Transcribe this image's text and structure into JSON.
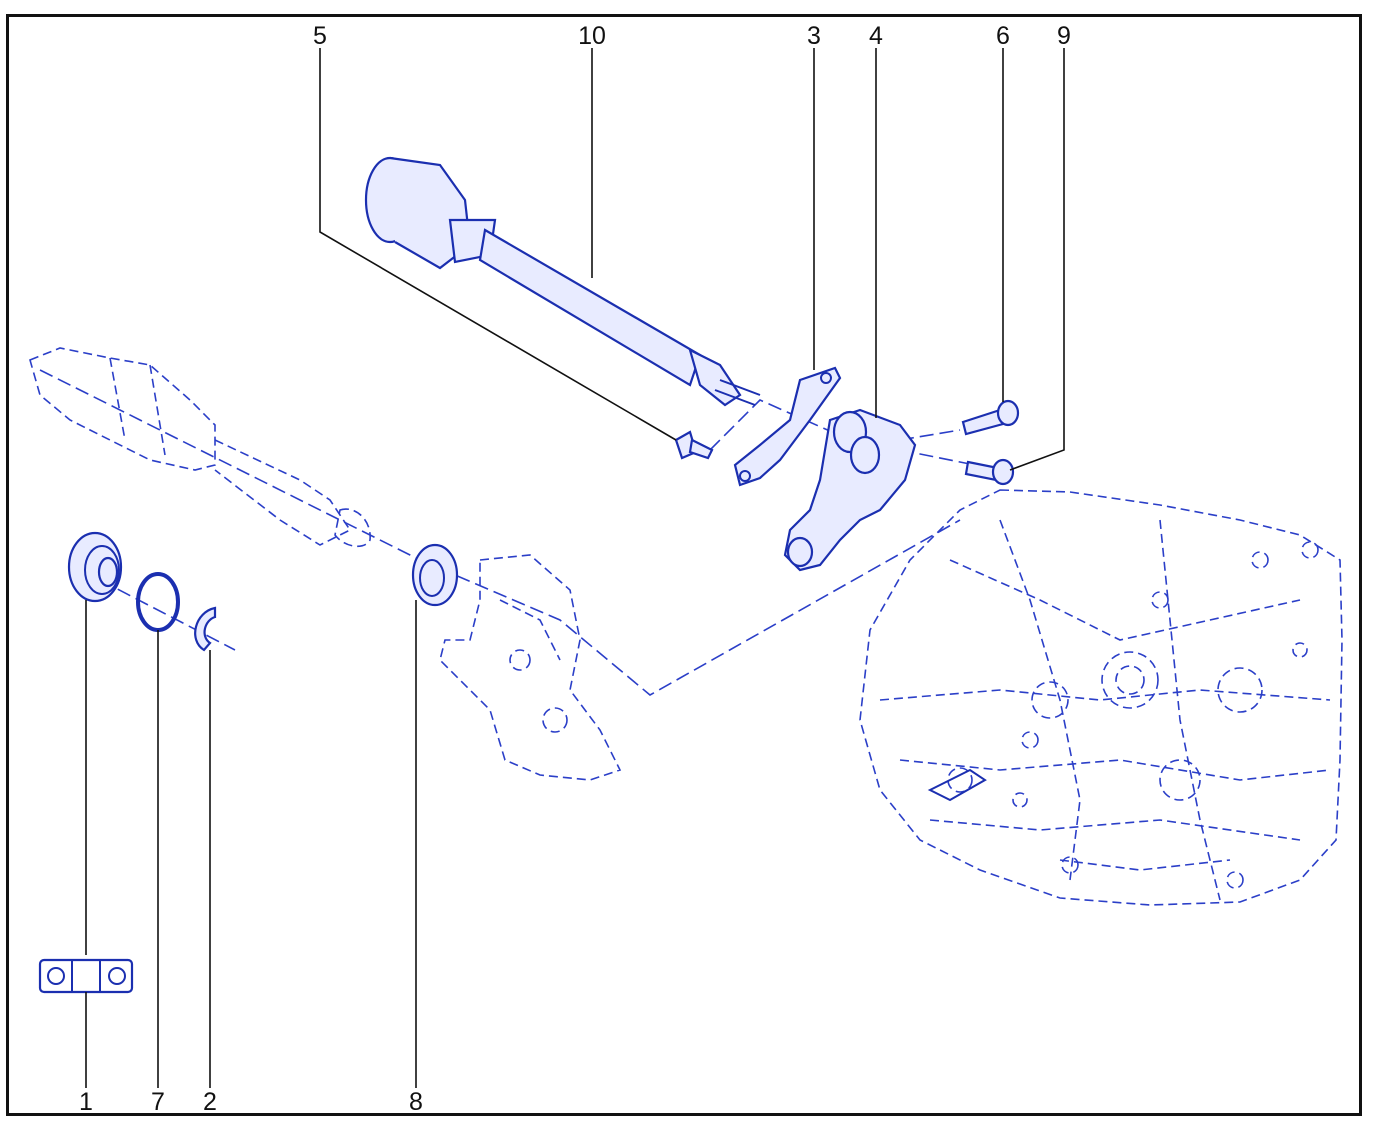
{
  "diagram": {
    "callouts": [
      {
        "id": "5"
      },
      {
        "id": "10"
      },
      {
        "id": "3"
      },
      {
        "id": "4"
      },
      {
        "id": "6"
      },
      {
        "id": "9"
      },
      {
        "id": "1"
      },
      {
        "id": "7"
      },
      {
        "id": "2"
      },
      {
        "id": "8"
      }
    ],
    "colors": {
      "line_art": "#1b2fb0",
      "fill": "#e8ebff",
      "labels": "#111111"
    }
  }
}
